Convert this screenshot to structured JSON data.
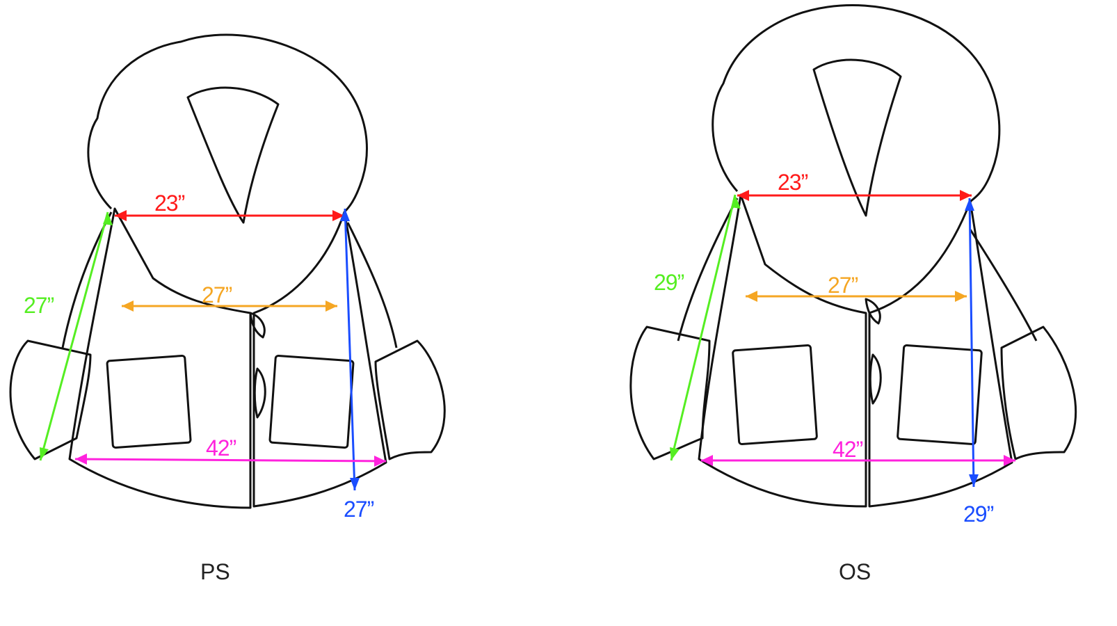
{
  "colors": {
    "shoulder": "#ff1a1a",
    "chest": "#f5a623",
    "sleeve": "#55ee22",
    "length": "#1a4dff",
    "hem": "#ff22dd",
    "line": "#111111"
  },
  "panels": [
    {
      "size_label": "PS",
      "measurements": {
        "shoulder_width": "23”",
        "chest_width": "27”",
        "sleeve_length": "27”",
        "body_length": "27”",
        "hem_width": "42”"
      }
    },
    {
      "size_label": "OS",
      "measurements": {
        "shoulder_width": "23”",
        "chest_width": "27”",
        "sleeve_length": "29”",
        "body_length": "29”",
        "hem_width": "42”"
      }
    }
  ]
}
